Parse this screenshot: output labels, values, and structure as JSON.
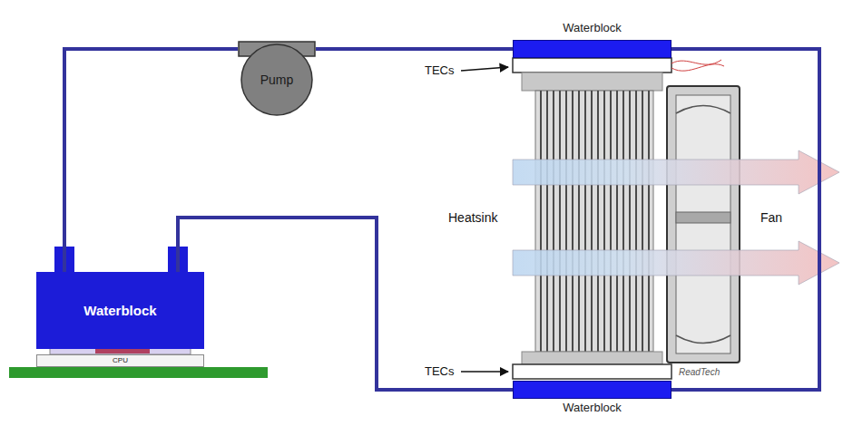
{
  "diagram": {
    "nodes": [
      {
        "text": [
          "Waterblock"
        ]
      },
      {
        "text": [
          "Pump"
        ]
      },
      {
        "text": [
          "Waterblock"
        ]
      },
      {
        "text": [
          "CPU"
        ]
      },
      {
        "text": [
          "Waterblock"
        ]
      }
    ],
    "edges": [
      {
        "from": 2,
        "to": 1,
        "arrow": "none"
      },
      {
        "from": 1,
        "to": 0,
        "arrow": "none"
      },
      {
        "from": 0,
        "to": 4,
        "arrow": "none"
      },
      {
        "from": 4,
        "to": 2,
        "arrow": "none"
      }
    ],
    "labels": [
      "TECs",
      "TECs",
      "Heatsink",
      "Fan",
      "ReadTech"
    ]
  }
}
